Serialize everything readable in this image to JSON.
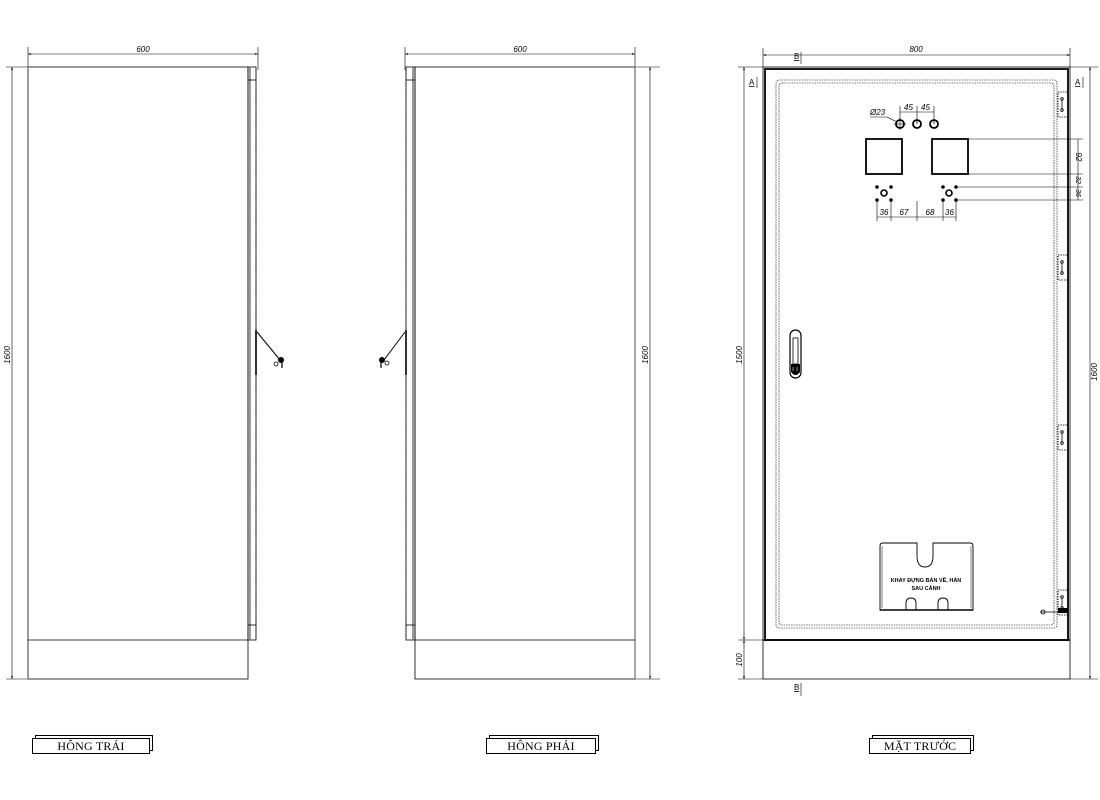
{
  "views": {
    "left_side": {
      "title": "HÔNG TRÁI",
      "width_dim": "600",
      "height_dim": "1600"
    },
    "right_side": {
      "title": "HÔNG PHẢI",
      "width_dim": "600",
      "height_dim": "1600"
    },
    "front": {
      "title": "MẶT TRƯỚC",
      "width_dim": "800",
      "door_height_dim": "1500",
      "total_height_dim": "1600",
      "plinth_height_dim": "100",
      "section_marks": {
        "a_left": "A",
        "a_right": "A",
        "b_top": "B",
        "b_bottom": "B"
      },
      "hole_dia_dim": "Ø23",
      "hole_spacing_dims": [
        "45",
        "45"
      ],
      "bottom_spacing_dims": [
        "36",
        "67",
        "68",
        "36"
      ],
      "right_vertical_dims": [
        "92",
        "32",
        "36"
      ],
      "tray_note_line1": "KHAY ĐỰNG BẢN VẼ, HÀN",
      "tray_note_line2": "SAU CÁNH"
    }
  },
  "colors": {
    "line": "#000000",
    "frame_gray": "#808080",
    "background": "#ffffff"
  }
}
